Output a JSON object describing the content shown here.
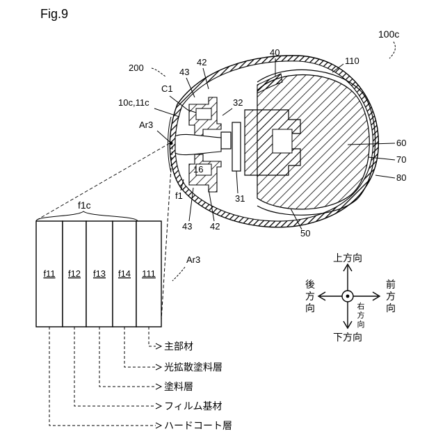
{
  "figure": {
    "title": "Fig.9",
    "device_ref": "100c",
    "parts": {
      "unit": "200",
      "cover": "110",
      "top_a": "42",
      "top_b": "43",
      "top_c": "40",
      "c1": "C1",
      "lens": "10c,11c",
      "ar3_top": "Ar3",
      "p32": "32",
      "p16": "16",
      "p31": "31",
      "p60": "60",
      "p70": "70",
      "p80": "80",
      "p50": "50",
      "bot_a": "43",
      "bot_b": "42",
      "f1": "f1"
    },
    "layers": {
      "group": "f1c",
      "region": "Ar3",
      "columns": [
        "f11",
        "f12",
        "f13",
        "f14",
        "111"
      ],
      "legend": [
        "主部材",
        "光拡散塗料層",
        "塗料層",
        "フィルム基材",
        "ハードコート層"
      ]
    },
    "directions": {
      "up": "上方向",
      "down": "下方向",
      "back": [
        "後",
        "方",
        "向"
      ],
      "front": [
        "前",
        "方",
        "向"
      ],
      "right": [
        "右",
        "方",
        "向"
      ]
    }
  }
}
